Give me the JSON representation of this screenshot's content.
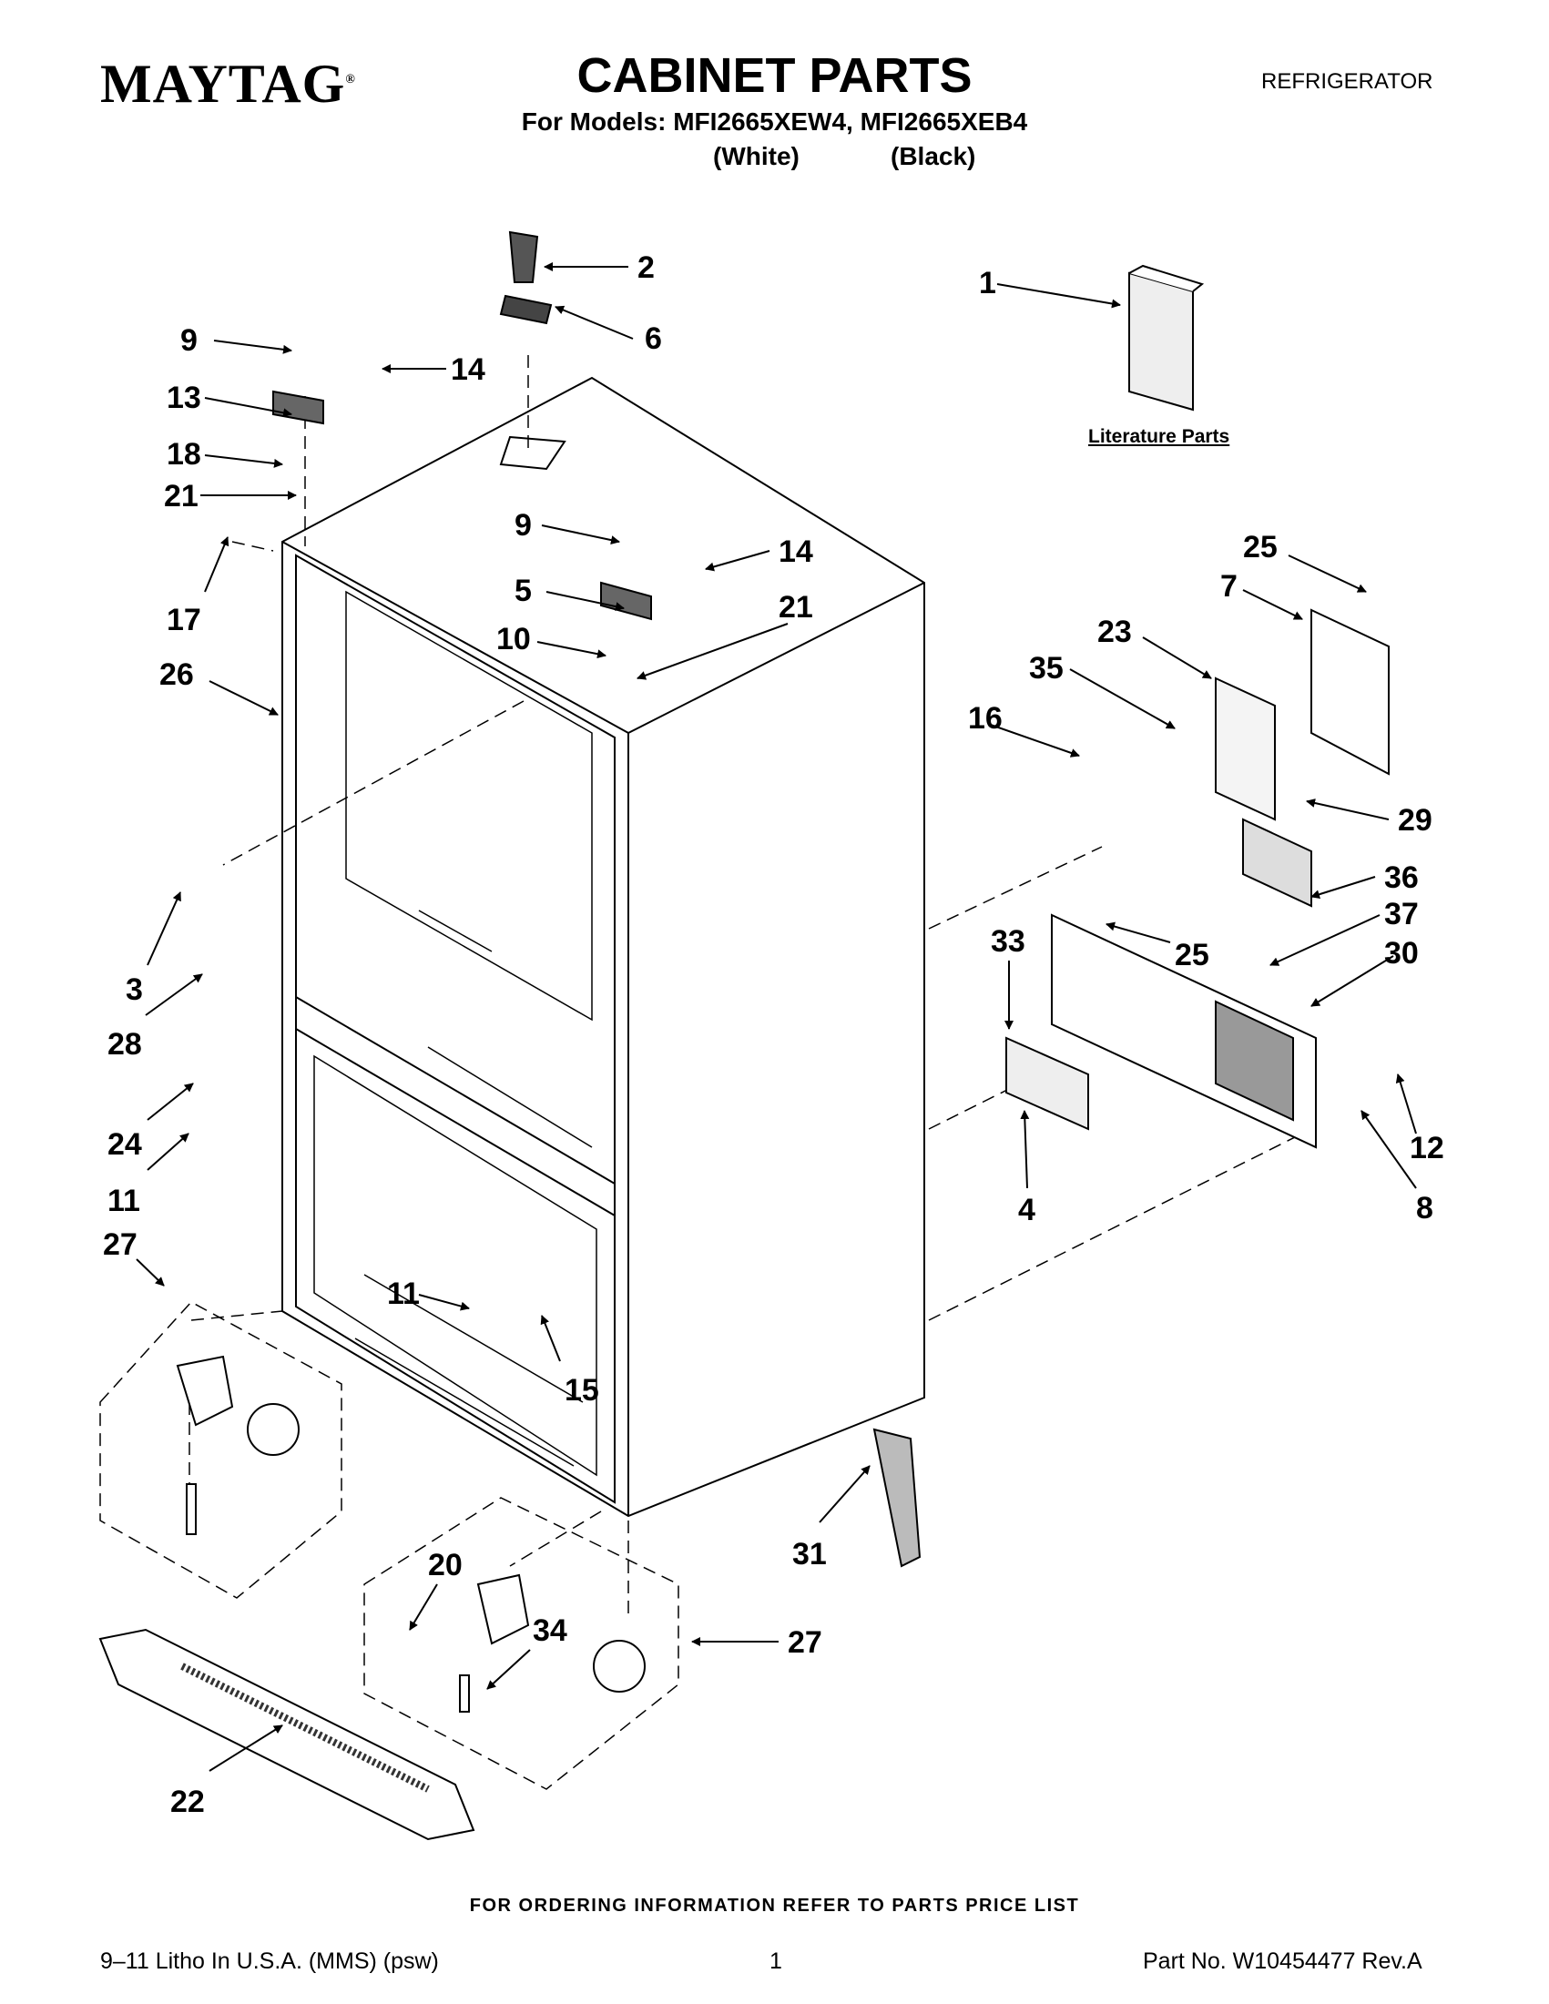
{
  "header": {
    "brand": "MAYTAG",
    "title": "CABINET PARTS",
    "doc_type": "REFRIGERATOR",
    "models_line": "For Models: MFI2665XEW4, MFI2665XEB4",
    "variant_white": "(White)",
    "variant_black": "(Black)"
  },
  "literature_label": "Literature Parts",
  "callouts": [
    {
      "id": "c2",
      "label": "2"
    },
    {
      "id": "c1",
      "label": "1"
    },
    {
      "id": "c9a",
      "label": "9"
    },
    {
      "id": "c6",
      "label": "6"
    },
    {
      "id": "c14a",
      "label": "14"
    },
    {
      "id": "c13",
      "label": "13"
    },
    {
      "id": "c18",
      "label": "18"
    },
    {
      "id": "c21a",
      "label": "21"
    },
    {
      "id": "c17",
      "label": "17"
    },
    {
      "id": "c26",
      "label": "26"
    },
    {
      "id": "c9b",
      "label": "9"
    },
    {
      "id": "c14b",
      "label": "14"
    },
    {
      "id": "c5",
      "label": "5"
    },
    {
      "id": "c21b",
      "label": "21"
    },
    {
      "id": "c10",
      "label": "10"
    },
    {
      "id": "c25a",
      "label": "25"
    },
    {
      "id": "c7",
      "label": "7"
    },
    {
      "id": "c23",
      "label": "23"
    },
    {
      "id": "c35",
      "label": "35"
    },
    {
      "id": "c16",
      "label": "16"
    },
    {
      "id": "c29",
      "label": "29"
    },
    {
      "id": "c36",
      "label": "36"
    },
    {
      "id": "c37",
      "label": "37"
    },
    {
      "id": "c33",
      "label": "33"
    },
    {
      "id": "c25b",
      "label": "25"
    },
    {
      "id": "c30",
      "label": "30"
    },
    {
      "id": "c3",
      "label": "3"
    },
    {
      "id": "c28",
      "label": "28"
    },
    {
      "id": "c24",
      "label": "24"
    },
    {
      "id": "c11a",
      "label": "11"
    },
    {
      "id": "c12",
      "label": "12"
    },
    {
      "id": "c4",
      "label": "4"
    },
    {
      "id": "c8",
      "label": "8"
    },
    {
      "id": "c27a",
      "label": "27"
    },
    {
      "id": "c11b",
      "label": "11"
    },
    {
      "id": "c15",
      "label": "15"
    },
    {
      "id": "c31",
      "label": "31"
    },
    {
      "id": "c20",
      "label": "20"
    },
    {
      "id": "c34",
      "label": "34"
    },
    {
      "id": "c27b",
      "label": "27"
    },
    {
      "id": "c22",
      "label": "22"
    }
  ],
  "order_info": "FOR ORDERING INFORMATION REFER TO PARTS PRICE LIST",
  "footer": {
    "litho": "9–11 Litho In U.S.A. (MMS) (psw)",
    "page": "1",
    "part_no": "Part No. W10454477 Rev.A"
  }
}
